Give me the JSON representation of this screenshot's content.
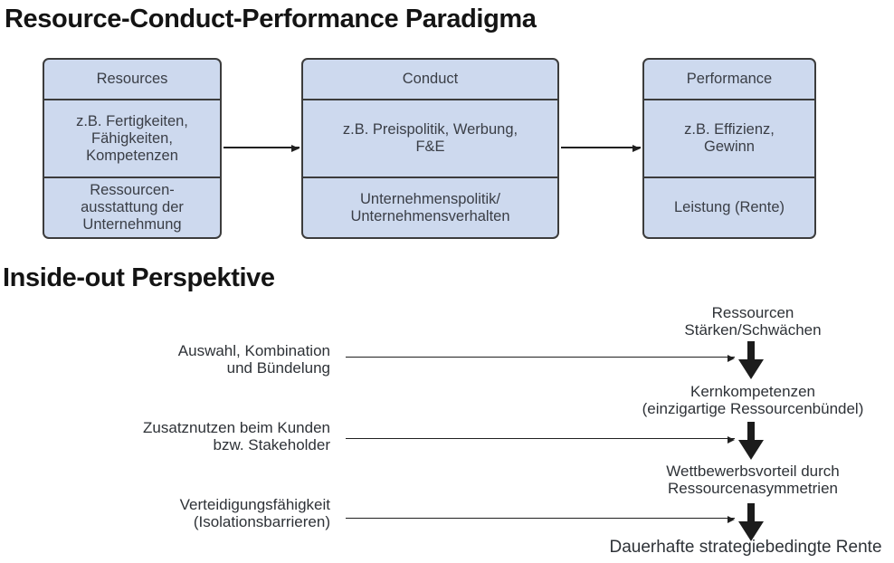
{
  "colors": {
    "box_fill": "#cdd9ee",
    "box_border": "#3c3c3c",
    "text_dark": "#2e3237",
    "arrow_black": "#1c1c1c"
  },
  "paradigma": {
    "title": "Resource-Conduct-Performance Paradigma",
    "boxes": [
      {
        "header": "Resources",
        "examples": "z.B. Fertigkeiten,\nFähigkeiten,\nKompetenzen",
        "level": "Ressourcen-\nausstattung der\nUnternehmung"
      },
      {
        "header": "Conduct",
        "examples": "z.B. Preispolitik, Werbung,\nF&E",
        "level": "Unternehmenspolitik/\nUnternehmensverhalten"
      },
      {
        "header": "Performance",
        "examples": "z.B. Effizienz,\nGewinn",
        "level": "Leistung (Rente)"
      }
    ]
  },
  "inside_out": {
    "title": "Inside-out Perspektive",
    "left_labels": [
      "Auswahl, Kombination\nund Bündelung",
      "Zusatznutzen beim Kunden\nbzw. Stakeholder",
      "Verteidigungsfähigkeit\n(Isolationsbarrieren)"
    ],
    "chain": [
      "Ressourcen\nStärken/Schwächen",
      "Kernkompetenzen\n(einzigartige Ressourcenbündel)",
      "Wettbewerbsvorteil durch\nRessourcenasymmetrien",
      "Dauerhafte strategiebedingte Rente"
    ]
  }
}
